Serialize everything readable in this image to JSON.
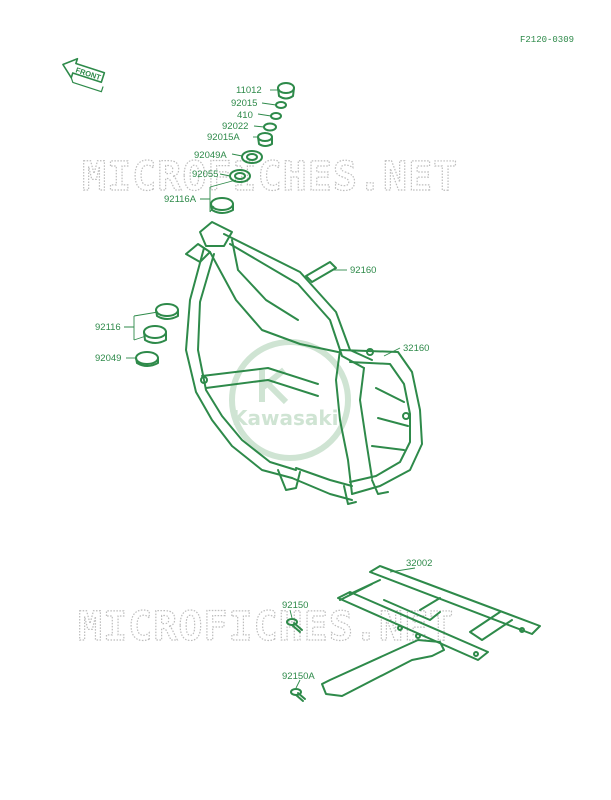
{
  "figure_code": "F2120-0309",
  "front_label": "FRONT",
  "watermark_top": "MICROFICHES.NET",
  "watermark_bottom": "MICROFICHES.NET",
  "logo_text": "Kawasaki",
  "parts": [
    {
      "id": "p1",
      "label": "11012"
    },
    {
      "id": "p2",
      "label": "92015"
    },
    {
      "id": "p3",
      "label": "410"
    },
    {
      "id": "p4",
      "label": "92022"
    },
    {
      "id": "p5",
      "label": "92015A"
    },
    {
      "id": "p6",
      "label": "92049A"
    },
    {
      "id": "p7",
      "label": "92055"
    },
    {
      "id": "p8",
      "label": "92116A"
    },
    {
      "id": "p9",
      "label": "92160"
    },
    {
      "id": "p10",
      "label": "32160"
    },
    {
      "id": "p11",
      "label": "92116"
    },
    {
      "id": "p12",
      "label": "92049"
    },
    {
      "id": "p13",
      "label": "32002"
    },
    {
      "id": "p14",
      "label": "92150"
    },
    {
      "id": "p15",
      "label": "92150A"
    }
  ],
  "colors": {
    "ink": "#2e8a4a",
    "watermark": "#bdbdbd"
  }
}
